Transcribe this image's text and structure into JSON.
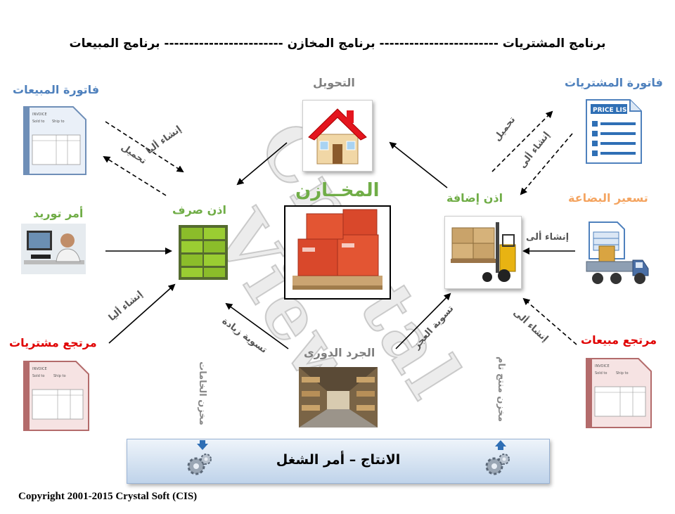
{
  "header": {
    "title": "برنامج المشتريات ------------------------  برنامج المخازن ------------------------  برنامج المبيعات"
  },
  "watermark": "Crystal View",
  "nodes": {
    "purchase_invoice": "فاتورة المشتريات",
    "transfer": "التحويل",
    "sales_invoice": "فاتورة المبيعات",
    "warehouse": "المخــازن",
    "issue_permit": "اذن صرف",
    "add_permit": "اذن إضافة",
    "supply_order": "أمر توريد",
    "goods_pricing": "تسعير البضاعة",
    "purchase_return": "مرتجع مشتريات",
    "sales_return": "مرتجع مبيعات",
    "periodic_inventory": "الجرد الدورى"
  },
  "arrows": {
    "load_right_top": "تحميل",
    "auto_create_right_top": "إنشاء ألى",
    "auto_create_left_top": "إنشاء أليا",
    "load_left_top": "تحميل",
    "auto_create_pricing": "إنشاء ألى",
    "auto_create_left_bottom": "إنشاء أليا",
    "auto_create_right_bottom": "إنشاء ألى",
    "surplus_settlement": "تسوية زيادة",
    "deficit_settlement": "تسوية العجز",
    "raw_materials_store": "مخزن الخامات",
    "finished_goods_store": "مخزن منتج تام"
  },
  "production": {
    "label": "الانتاج – أمر الشغل"
  },
  "footer": {
    "copyright": "Copyright 2001-2015  Crystal Soft (CIS)"
  },
  "icons": {
    "purchase_invoice": "price-list-document-icon",
    "transfer": "house-icon",
    "sales_invoice": "invoice-document-icon",
    "warehouse": "pallet-boxes-image",
    "add_permit": "forklift-image",
    "supply_order": "office-worker-image",
    "issue_permit": "green-shelves-image",
    "goods_pricing": "delivery-truck-icon",
    "purchase_return": "invoice-document-icon",
    "sales_return": "invoice-document-icon",
    "periodic_inventory": "warehouse-aisle-image",
    "gears": "gears-icon"
  },
  "colors": {
    "blue": "#4f81bd",
    "green": "#70ad47",
    "red": "#e00000",
    "orange": "#f4a460",
    "gray": "#7f7f7f"
  }
}
